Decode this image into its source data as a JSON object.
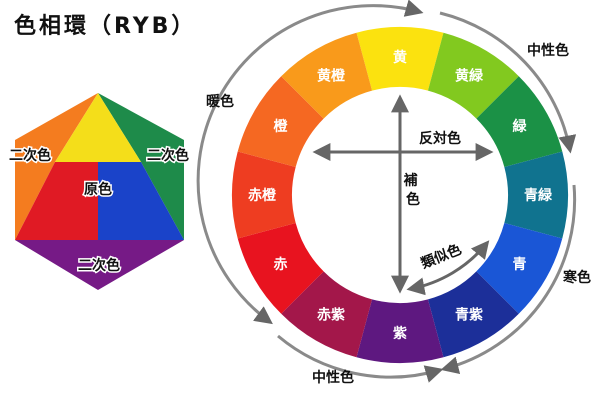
{
  "title": "色相環（RYB）",
  "hexagon": {
    "center_label": "原色",
    "secondary_labels": [
      "二次色",
      "二次色",
      "二次色"
    ],
    "primaries": [
      {
        "color": "#f4de1a"
      },
      {
        "color": "#e01a24"
      },
      {
        "color": "#1a43c9"
      }
    ],
    "secondaries": [
      {
        "color": "#f47c1f"
      },
      {
        "color": "#1e8b4a"
      },
      {
        "color": "#761a86"
      }
    ]
  },
  "wheel": {
    "segments": [
      {
        "label": "黄",
        "color": "#fbe20f"
      },
      {
        "label": "黄緑",
        "color": "#82c91f"
      },
      {
        "label": "緑",
        "color": "#1b9146"
      },
      {
        "label": "青緑",
        "color": "#10738f"
      },
      {
        "label": "青",
        "color": "#1a56d6"
      },
      {
        "label": "青紫",
        "color": "#1c2f99"
      },
      {
        "label": "紫",
        "color": "#5e1880"
      },
      {
        "label": "赤紫",
        "color": "#a3174a"
      },
      {
        "label": "赤",
        "color": "#e8131f"
      },
      {
        "label": "赤橙",
        "color": "#ee3d21"
      },
      {
        "label": "橙",
        "color": "#f56822"
      },
      {
        "label": "黄橙",
        "color": "#f99a1b"
      }
    ],
    "inner_labels": {
      "opposite": "反対色",
      "complementary": "補色",
      "analogous": "類似色"
    },
    "outer_labels": {
      "warm": "暖色",
      "cool": "寒色",
      "neutral_top": "中性色",
      "neutral_bottom": "中性色"
    }
  }
}
